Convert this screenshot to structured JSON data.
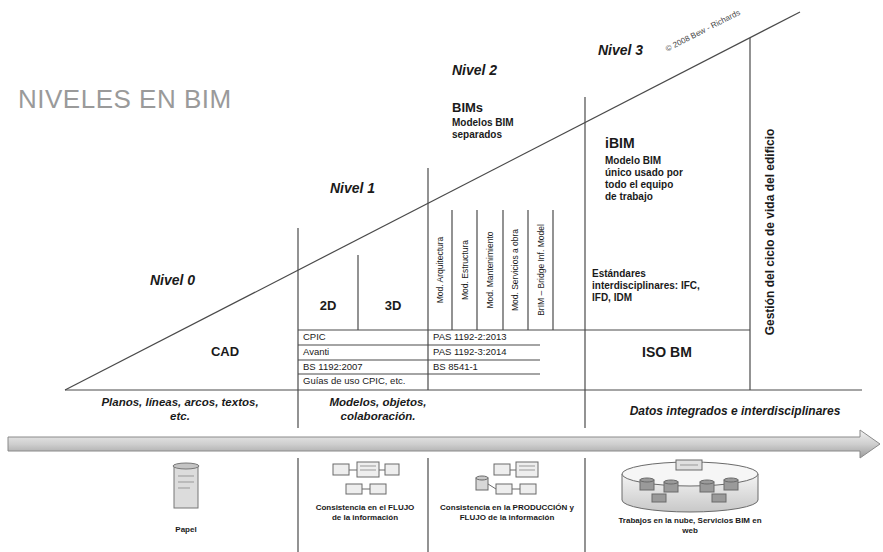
{
  "diagram": {
    "title": "NIVELES EN BIM",
    "labels": [
      "© 2008 Bew - Richards",
      "Nivel 0",
      "Nivel 1",
      "Nivel 2",
      "Nivel 3",
      "BIMs",
      "Modelos BIM separados",
      "2D",
      "3D",
      "Mod. Arquitectura",
      "Mod. Estructura",
      "Mod. Mantenimiento",
      "Mod. Servicios a obra",
      "BrIM – Bridge Inf. Model",
      "iBIM",
      "Modelo BIM único usado por todo el equipo de trabajo",
      "Estándares interdisciplinares: IFC, IFD, IDM",
      "Gestión del ciclo de vida del edificio",
      "CPIC",
      "Avanti",
      "BS 1192:2007",
      "Guías de uso CPIC, etc.",
      "PAS 1192-2:2013",
      "PAS 1192-3:2014",
      "BS 8541-1",
      "CAD",
      "ISO BM",
      "Planos, líneas, arcos, textos, etc.",
      "Modelos, objetos, colaboración.",
      "Datos integrados e interdisciplinares",
      "Papel",
      "Consistencia en el FLUJO de la información",
      "Consistencia en la PRODUCCIÓN y FLUJO de la información",
      "Trabajos en la nube, Servicios BIM en web"
    ]
  }
}
